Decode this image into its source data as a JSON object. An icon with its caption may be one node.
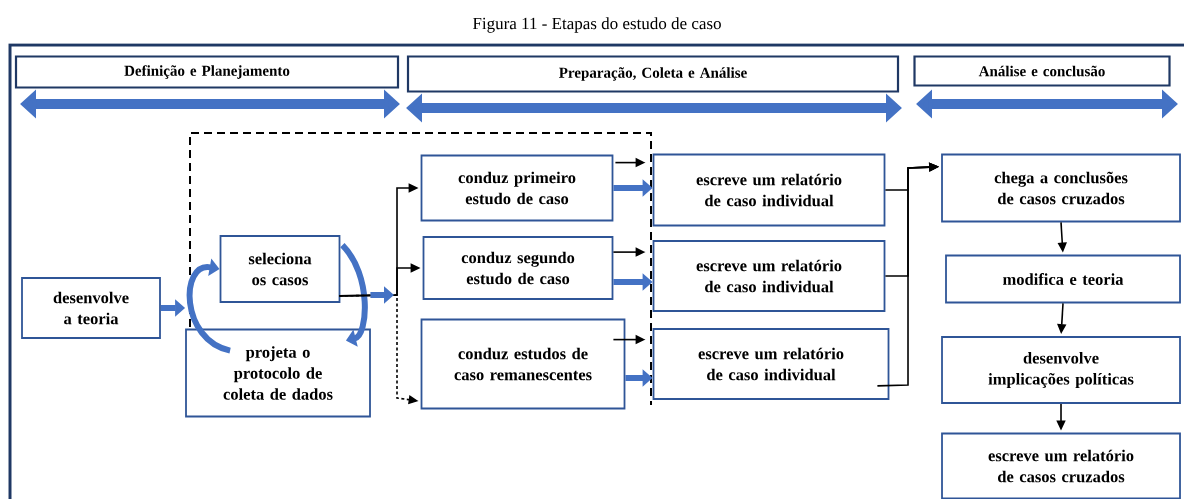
{
  "diagram": {
    "title": "Figura 11 - Etapas do estudo de caso",
    "nodes": [
      {
        "text": [
          "Definição e Planejamento"
        ]
      },
      {
        "text": [
          "Preparação, Coleta e Análise"
        ]
      },
      {
        "text": [
          "Análise e conclusão"
        ]
      },
      {
        "text": [
          "desenvolve a teoria"
        ]
      },
      {
        "text": [
          "seleciona os casos"
        ]
      },
      {
        "text": [
          "projeta o protocolo de coleta de dados"
        ]
      },
      {
        "text": [
          "conduz primeiro estudo de caso"
        ]
      },
      {
        "text": [
          "conduz segundo estudo de caso"
        ]
      },
      {
        "text": [
          "conduz estudos de caso remanescentes"
        ]
      },
      {
        "text": [
          "escreve um relatório de caso individual"
        ]
      },
      {
        "text": [
          "escreve um relatório de caso individual"
        ]
      },
      {
        "text": [
          "escreve um relatório de caso individual"
        ]
      },
      {
        "text": [
          "chega a conclusões de casos cruzados"
        ]
      },
      {
        "text": [
          "modifica e teoria"
        ]
      },
      {
        "text": [
          "desenvolve implicações políticas"
        ]
      },
      {
        "text": [
          "escreve um relatório de casos cruzados"
        ]
      }
    ],
    "edges": [
      {
        "from": 3,
        "to": 5,
        "arrow": "to",
        "style": "thick",
        "color": "#4472c4"
      },
      {
        "from": 5,
        "to": 4,
        "arrow": "to",
        "style": "thick",
        "color": "#4472c4"
      },
      {
        "from": 4,
        "to": 5,
        "arrow": "to",
        "style": "thick",
        "color": "#4472c4"
      },
      {
        "from": 4,
        "to": 6,
        "arrow": "to"
      },
      {
        "from": 4,
        "to": 7,
        "arrow": "to"
      },
      {
        "from": 4,
        "to": 8,
        "arrow": "to",
        "style": "dashed"
      },
      {
        "from": 6,
        "to": 9,
        "arrow": "to",
        "style": "thick",
        "color": "#4472c4"
      },
      {
        "from": 6,
        "to": 9,
        "arrow": "to"
      },
      {
        "from": 7,
        "to": 10,
        "arrow": "to",
        "style": "thick",
        "color": "#4472c4"
      },
      {
        "from": 7,
        "to": 10,
        "arrow": "to"
      },
      {
        "from": 8,
        "to": 11,
        "arrow": "to",
        "style": "thick",
        "color": "#4472c4"
      },
      {
        "from": 8,
        "to": 11,
        "arrow": "to"
      },
      {
        "from": 9,
        "to": 12,
        "arrow": "to"
      },
      {
        "from": 10,
        "to": 12,
        "arrow": "to"
      },
      {
        "from": 11,
        "to": 12,
        "arrow": "to"
      },
      {
        "from": 12,
        "to": 13,
        "arrow": "to"
      },
      {
        "from": 13,
        "to": 14,
        "arrow": "to"
      },
      {
        "from": 14,
        "to": 15,
        "arrow": "to"
      }
    ]
  }
}
